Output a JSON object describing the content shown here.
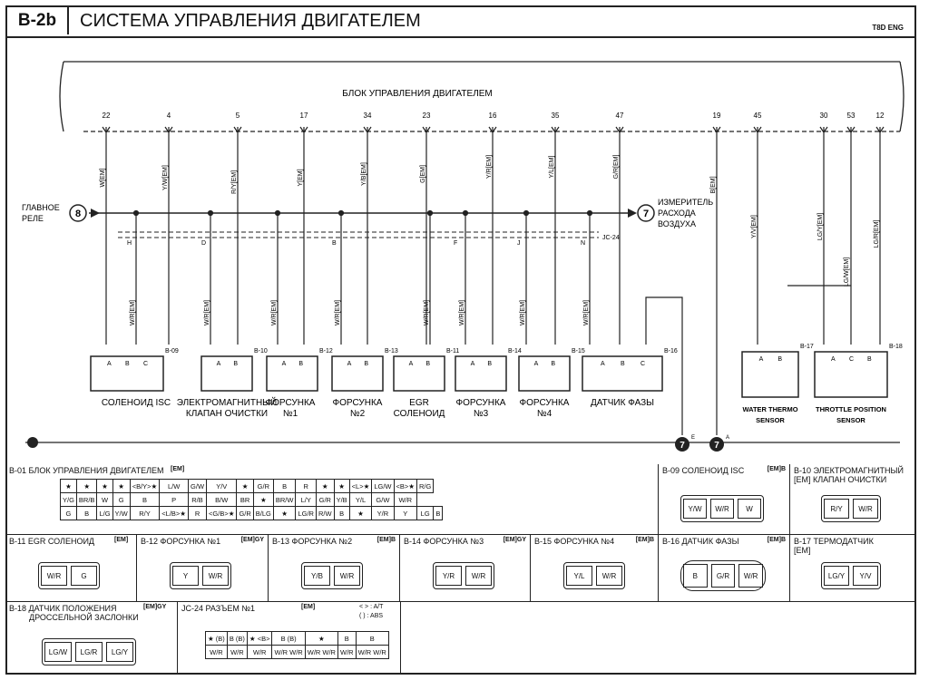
{
  "header": {
    "code": "B-2b",
    "title": "СИСТЕМА УПРАВЛЕНИЯ ДВИГАТЕЛЕМ",
    "right_tag": "T8D ENG"
  },
  "ecu": {
    "label": "БЛОК УПРАВЛЕНИЯ ДВИГАТЕЛЕМ",
    "pins": [
      "22",
      "4",
      "5",
      "17",
      "34",
      "23",
      "16",
      "35",
      "47",
      "19",
      "45",
      "30",
      "53",
      "12"
    ]
  },
  "wire_labels": [
    "W[EM]",
    "Y/W[EM]",
    "R/Y[EM]",
    "Y[EM]",
    "Y/B[EM]",
    "G[EM]",
    "Y/R[EM]",
    "Y/L[EM]",
    "G/R[EM]",
    "B[EM]",
    "Y/V[EM]",
    "LG/Y[EM]",
    "LG/R[EM]",
    "W/R[EM]",
    "LG/W[EM]"
  ],
  "splice_labels": [
    "H",
    "D",
    "B",
    "F",
    "J",
    "N"
  ],
  "jc_label": "JC-24",
  "main_relay": {
    "label_line1": "ГЛАВНОЕ",
    "label_line2": "РЕЛЕ",
    "num": "8"
  },
  "airflow": {
    "num": "7",
    "line1": "ИЗМЕРИТЕЛЬ",
    "line2": "РАСХОДА",
    "line3": "ВОЗДУХА"
  },
  "components": [
    {
      "code": "B-09",
      "label": [
        "СОЛЕНОИД ISC"
      ],
      "pins": [
        "A",
        "B",
        "C"
      ]
    },
    {
      "code": "B-10",
      "label": [
        "ЭЛЕКТРОМАГНИТНЫЙ",
        "КЛАПАН ОЧИСТКИ"
      ],
      "pins": [
        "A",
        "B"
      ]
    },
    {
      "code": "B-12",
      "label": [
        "ФОРСУНКА",
        "№1"
      ],
      "pins": [
        "A",
        "B"
      ]
    },
    {
      "code": "B-13",
      "label": [
        "ФОРСУНКА",
        "№2"
      ],
      "pins": [
        "A",
        "B"
      ]
    },
    {
      "code": "B-11",
      "label": [
        "EGR",
        "СОЛЕНОИД"
      ],
      "pins": [
        "A",
        "B"
      ]
    },
    {
      "code": "B-14",
      "label": [
        "ФОРСУНКА",
        "№3"
      ],
      "pins": [
        "A",
        "B"
      ]
    },
    {
      "code": "B-15",
      "label": [
        "ФОРСУНКА",
        "№4"
      ],
      "pins": [
        "A",
        "B"
      ]
    },
    {
      "code": "B-16",
      "label": [
        "ДАТЧИК ФАЗЫ"
      ],
      "pins": [
        "A",
        "B",
        "C"
      ]
    },
    {
      "code": "B-17",
      "label": [
        "WATER THERMO",
        "SENSOR"
      ],
      "pins": [
        "A",
        "B"
      ]
    },
    {
      "code": "B-18",
      "label": [
        "THROTTLE POSITION",
        "SENSOR"
      ],
      "pins": [
        "A",
        "C",
        "B"
      ]
    }
  ],
  "ground_refs": [
    {
      "num": "7",
      "sub": "E"
    },
    {
      "num": "7",
      "sub": "A"
    }
  ],
  "connectors": {
    "b01": {
      "title": "B-01 БЛОК УПРАВЛЕНИЯ ДВИГАТЕЛЕМ",
      "tag": "[EM]",
      "row1": [
        "★",
        "★",
        "★",
        "★",
        "<B/Y>★",
        "L/W",
        "G/W",
        "Y/V",
        "★",
        "G/R",
        "B",
        "R",
        "★",
        "★",
        "<L>★",
        "LG/W",
        "<B>★",
        "R/G"
      ],
      "row2": [
        "Y/G",
        "BR/B",
        "W",
        "G",
        "B",
        "P",
        "R/B",
        "B/W",
        "BR",
        "★",
        "BR/W",
        "L/Y",
        "G/R",
        "Y/B",
        "Y/L",
        "G/W",
        "W/R"
      ],
      "row3": [
        "G",
        "B",
        "L/G",
        "Y/W",
        "R/Y",
        "<L/B>★",
        "R",
        "<G/B>★",
        "G/R",
        "B/LG",
        "★",
        "LG/R",
        "R/W",
        "B",
        "★",
        "Y/R",
        "Y",
        "LG",
        "B"
      ]
    },
    "b09": {
      "title": "B-09 СОЛЕНОИД ISC",
      "tag": "[EM]B",
      "pins": [
        "Y/W",
        "W/R",
        "W"
      ]
    },
    "b10": {
      "title": "B-10 ЭЛЕКТРОМАГНИТНЫЙ",
      "title2": "[EM] КЛАПАН ОЧИСТКИ",
      "pins": [
        "R/Y",
        "W/R"
      ]
    },
    "b11": {
      "title": "B-11 EGR СОЛЕНОИД",
      "tag": "[EM]",
      "pins": [
        "W/R",
        "G"
      ]
    },
    "b12": {
      "title": "B-12 ФОРСУНКА №1",
      "tag": "[EM]GY",
      "pins": [
        "Y",
        "W/R"
      ]
    },
    "b13": {
      "title": "B-13 ФОРСУНКА №2",
      "tag": "[EM]B",
      "pins": [
        "Y/B",
        "W/R"
      ]
    },
    "b14": {
      "title": "B-14 ФОРСУНКА №3",
      "tag": "[EM]GY",
      "pins": [
        "Y/R",
        "W/R"
      ]
    },
    "b15": {
      "title": "B-15 ФОРСУНКА №4",
      "tag": "[EM]B",
      "pins": [
        "Y/L",
        "W/R"
      ]
    },
    "b16": {
      "title": "B-16 ДАТЧИК ФАЗЫ",
      "tag": "[EM]B",
      "pins": [
        "B",
        "G/R",
        "W/R"
      ]
    },
    "b17": {
      "title": "B-17 ТЕРМОДАТЧИК",
      "title2": "[EM]",
      "pins": [
        "LG/Y",
        "Y/V"
      ]
    },
    "b18": {
      "title": "B-18 ДАТЧИК ПОЛОЖЕНИЯ",
      "title2": "ДРОССЕЛЬНОЙ ЗАСЛОНКИ",
      "tag": "[EM]GY",
      "pins": [
        "LG/W",
        "LG/R",
        "LG/Y"
      ]
    },
    "jc24": {
      "title": "JC-24 РАЗЪЕМ №1",
      "tag": "[EM]",
      "legend1": "< > : A/T",
      "legend2": "( ) : ABS",
      "row1": [
        "★ (B)",
        "B (B)",
        "★ <B>",
        "B (B)",
        "★",
        "B",
        "B"
      ],
      "row2": [
        "W/R",
        "W/R",
        "W/R",
        "W/R W/R",
        "W/R W/R",
        "W/R",
        "W/R W/R"
      ]
    }
  }
}
